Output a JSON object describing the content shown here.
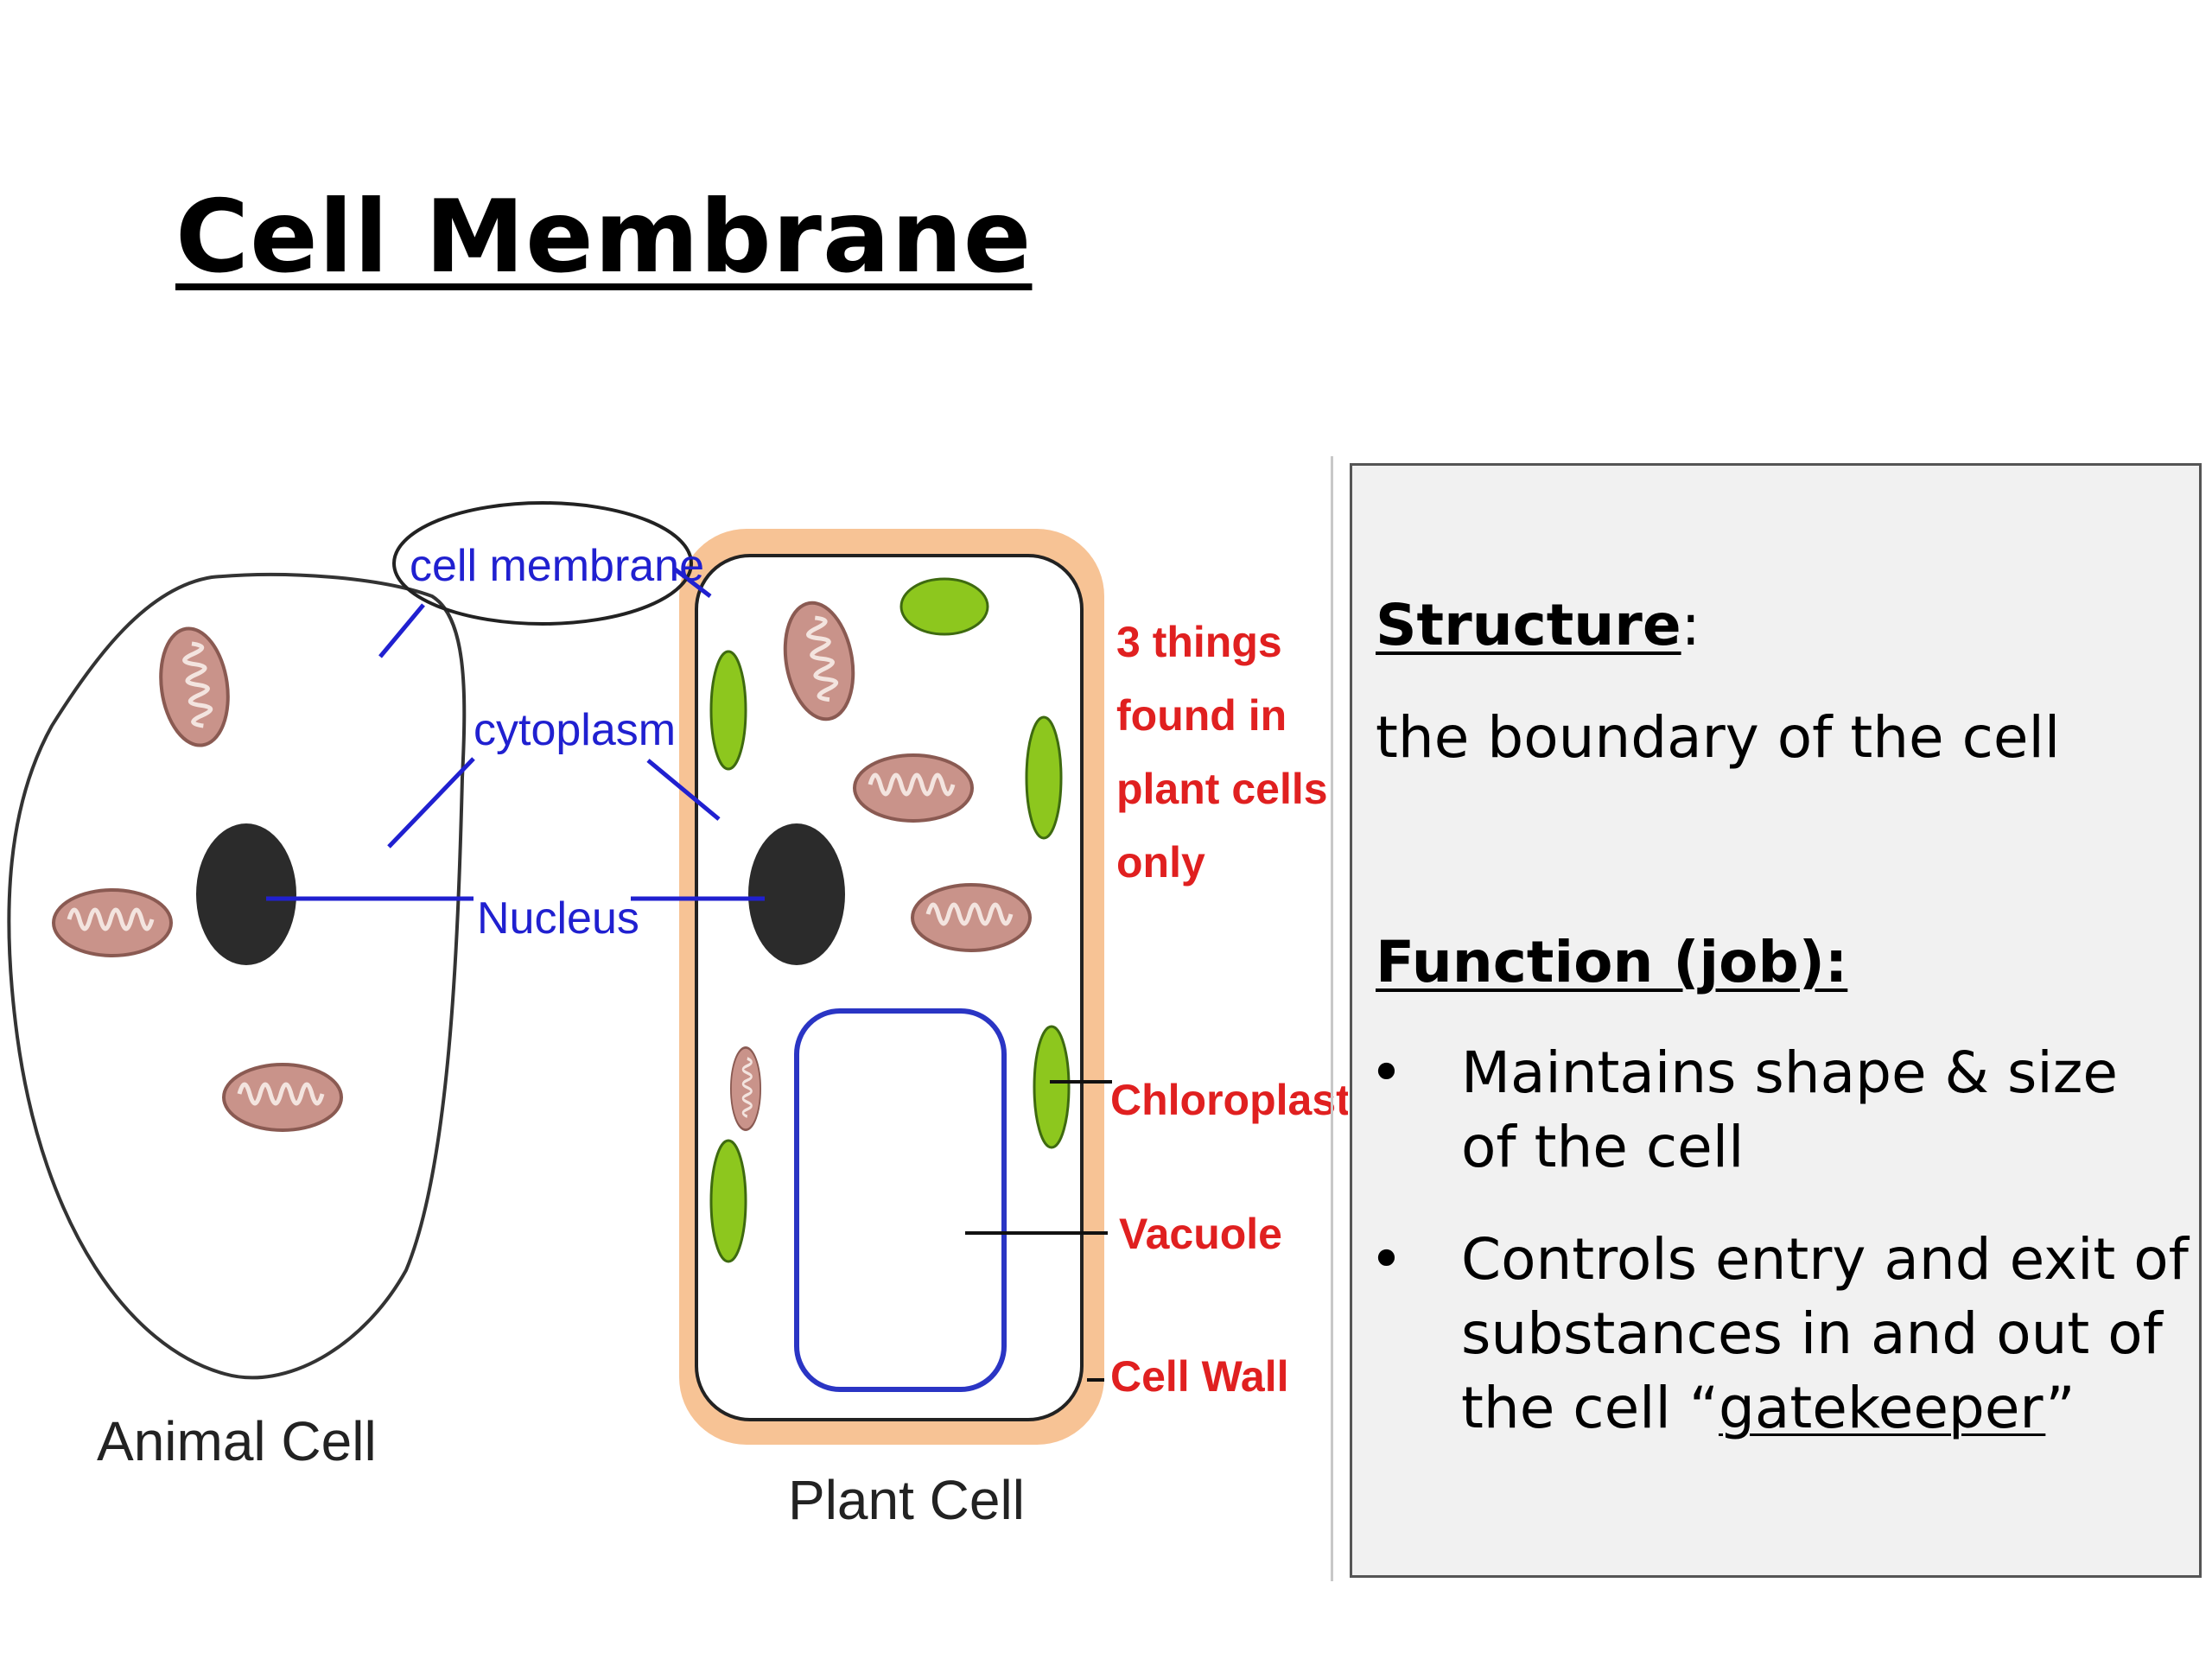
{
  "title": "Cell Membrane",
  "diagram": {
    "labels": {
      "cell_membrane": "cell membrane",
      "cytoplasm": "cytoplasm",
      "nucleus": "Nucleus",
      "plant_only_note": [
        "3 things",
        "found in",
        "plant cells",
        "only"
      ],
      "chloroplast": "Chloroplast",
      "vacuole": "Vacuole",
      "cell_wall": "Cell Wall",
      "animal_cell": "Animal Cell",
      "plant_cell": "Plant Cell"
    },
    "colors": {
      "pointer_blue": "#2020d0",
      "note_red": "#e02020",
      "chloroplast_green": "#8dc71e",
      "cell_wall_orange": "#f7c395",
      "nucleus_dark": "#2b2b2b",
      "mitochondria": "#c9938a"
    }
  },
  "panel": {
    "structure_heading": "Structure",
    "structure_colon": ":",
    "structure_text": "the boundary of the cell",
    "function_heading": "Function (job):",
    "bullets": [
      {
        "text": "Maintains shape & size of the cell"
      },
      {
        "text_before": "Controls entry and exit of substances in and out of the cell “",
        "emphasis": "gatekeeper",
        "text_after": "”"
      }
    ]
  }
}
